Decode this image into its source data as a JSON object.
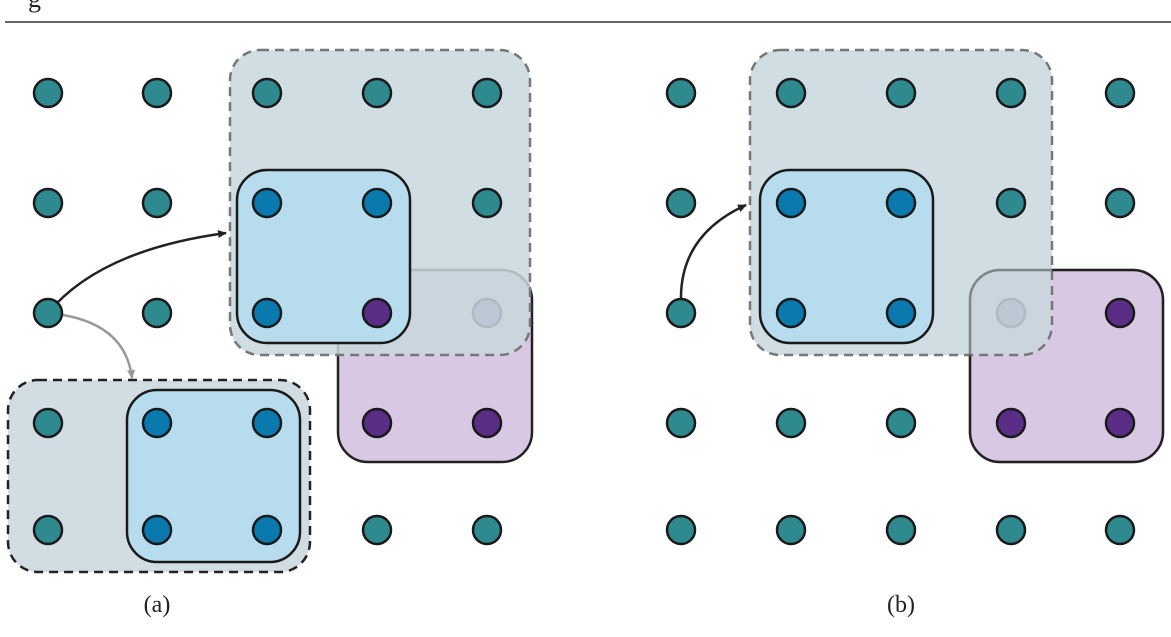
{
  "header_fragment": "g",
  "panels": [
    {
      "label": "(a)"
    },
    {
      "label": "(b)"
    }
  ],
  "colors": {
    "teal_node": "#2f8a8f",
    "blue_node": "#0a79ae",
    "purple_node": "#5a2d86",
    "faded_purple_node": "#7c72a6",
    "grey_region": "#c8d7dd",
    "blue_region": "#b7dcee",
    "purple_region": "#d9c8e4"
  }
}
